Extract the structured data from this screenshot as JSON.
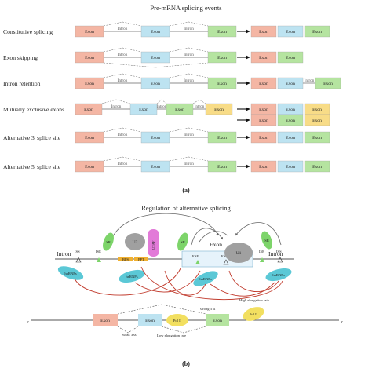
{
  "panel_a": {
    "title": "Pre-mRNA splicing events",
    "caption": "(a)",
    "rows": [
      {
        "label": "Constitutive splicing",
        "exon": "Exon",
        "intron": "Intron",
        "out": [
          "Exon",
          "Exon",
          "Exon"
        ]
      },
      {
        "label": "Exon skipping",
        "exon": "Exon",
        "intron": "Intron",
        "out": [
          "Exon",
          "Exon"
        ]
      },
      {
        "label": "Intron retention",
        "exon": "Exon",
        "intron": "Intron",
        "out": [
          "Exon",
          "Exon",
          "Exon"
        ]
      },
      {
        "label": "Mutually exclusive exons",
        "exon": "Exon",
        "intron": "Intron",
        "out": [
          "Exon",
          "Exon",
          "Exon"
        ]
      },
      {
        "label": "Alternative 3' splice site",
        "exon": "Exon",
        "intron": "Intron",
        "out": [
          "Exon",
          "Exon",
          "Exon"
        ]
      },
      {
        "label": "Alternative 5' splice site",
        "exon": "Exon",
        "intron": "Intron",
        "out": [
          "Exon",
          "Exon",
          "Exon"
        ]
      }
    ],
    "colors": {
      "red": "#f4b6a4",
      "blue": "#bde3f1",
      "green": "#b5e4a0",
      "yellow": "#f8dc87"
    }
  },
  "panel_b": {
    "title": "Regulation of alternative splicing",
    "caption": "(b)",
    "labels": {
      "intron": "Intron",
      "exon": "Exon",
      "iss": "ISS",
      "ise": "ISE",
      "ese": "ESE",
      "ess": "ESS",
      "sr": "SR",
      "u2": "U2",
      "u1": "U1",
      "u2af": "U2AF",
      "bps": "BPS",
      "ppt": "PPT",
      "hnrnps": "hnRNPs",
      "pol2": "Pol II",
      "strong3": "strong 3'ss",
      "weak3": "weak 3'ss",
      "high_rate": "High elongation rate",
      "low_rate": "Low elongation rate",
      "five": "5'",
      "three": "3'"
    },
    "colors": {
      "hnrnp": "#5bc8d6",
      "sr": "#7dd46a",
      "u_snrnp": "#a0a0a0",
      "u2af": "#e27ad8",
      "bps": "#f0b030",
      "pol2": "#f2df60",
      "exon_box": "#e6f3fb",
      "arrow_red": "#c0392b"
    }
  }
}
